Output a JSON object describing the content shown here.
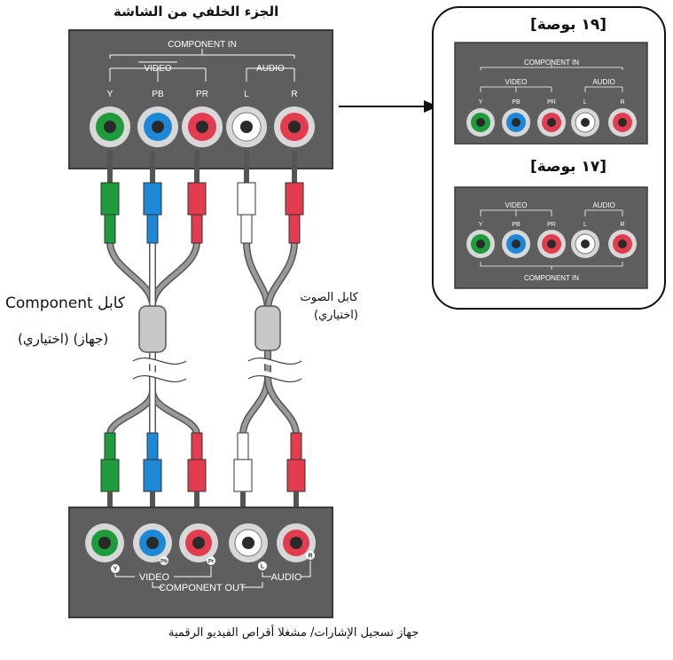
{
  "colors": {
    "panel": "#5e5e5e",
    "panel_stroke": "#3a3a3a",
    "green": "#1e9b3a",
    "blue": "#1e88d8",
    "red": "#e23c4e",
    "white": "#ffffff",
    "cable": "#8e8e8e",
    "jack_ring": "#d8d8d8"
  },
  "title": "الجزء الخلفي من الشاشة",
  "top_panel": {
    "group_label": "COMPONENT IN",
    "video_label": "VIDEO",
    "audio_label": "AUDIO",
    "jacks": [
      {
        "label": "Y",
        "color": "green"
      },
      {
        "label": "PB",
        "color": "blue"
      },
      {
        "label": "PR",
        "color": "red"
      },
      {
        "label": "L",
        "color": "white"
      },
      {
        "label": "R",
        "color": "red"
      }
    ]
  },
  "bottom_panel": {
    "group_label": "COMPONENT OUT",
    "video_label": "VIDEO",
    "audio_label": "AUDIO",
    "jacks": [
      {
        "badge": "Y",
        "color": "green"
      },
      {
        "badge": "Pb",
        "color": "blue"
      },
      {
        "badge": "Pr",
        "color": "red"
      },
      {
        "badge": "L",
        "color": "white"
      },
      {
        "badge": "R",
        "color": "red"
      }
    ]
  },
  "labels": {
    "component_cable": "كابل Component",
    "component_cable_sub": "(جهاز) (اختياري)",
    "audio_cable_line1": "كابل الصوت",
    "audio_cable_line2": "(اختياري)",
    "bottom_caption": "جهاز تسجيل الإشارات/ مشغلا أقراص الفيديو الرقمية"
  },
  "inset": {
    "model_19": {
      "title": "[١٩ بوصة]",
      "group_label": "COMPONENT IN",
      "video_label": "VIDEO",
      "audio_label": "AUDIO",
      "jacks": [
        "Y",
        "PB",
        "PR",
        "L",
        "R"
      ]
    },
    "model_17": {
      "title": "[١٧ بوصة]",
      "group_label": "COMPONENT IN",
      "video_label": "VIDEO",
      "audio_label": "AUDIO",
      "jacks": [
        "Y",
        "PB",
        "PR",
        "L",
        "R"
      ]
    }
  }
}
